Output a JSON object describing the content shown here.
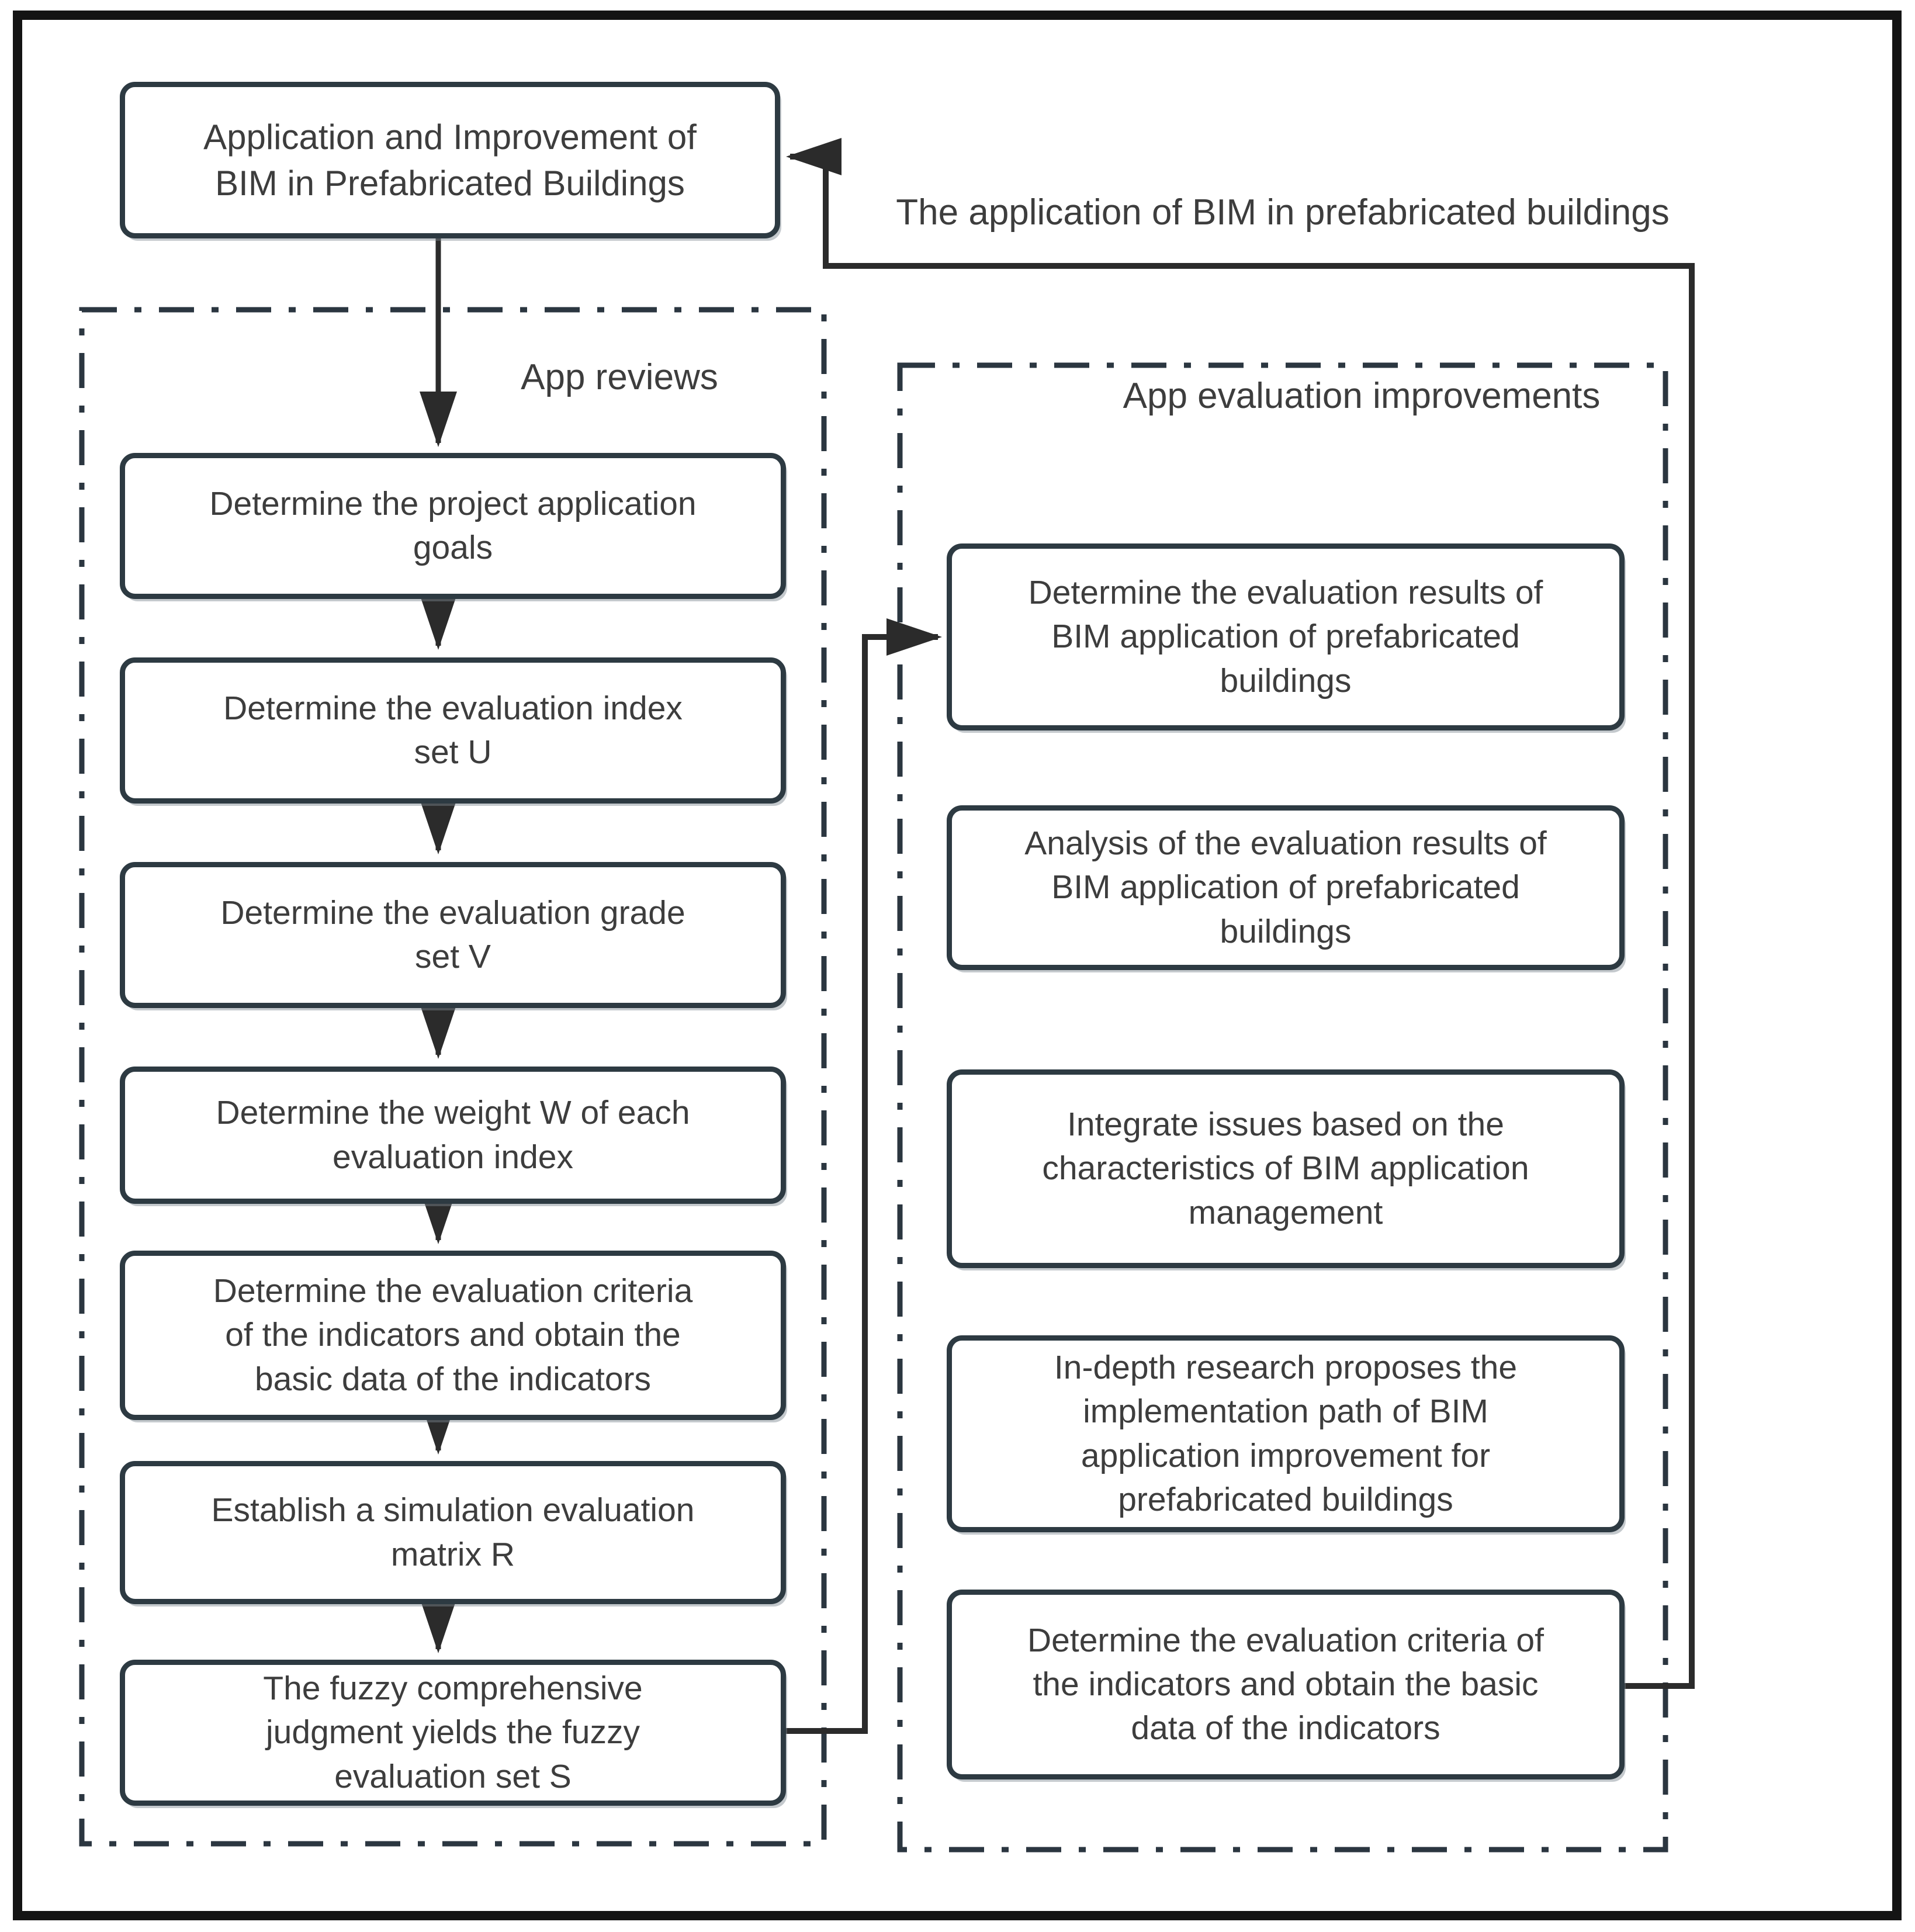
{
  "title_box": "Application and Improvement of\nBIM in Prefabricated Buildings",
  "feedback_label": "The application of BIM in prefabricated buildings",
  "left_group": {
    "label": "App reviews",
    "steps": [
      "Determine the project application\ngoals",
      "Determine the evaluation index\nset U",
      "Determine the evaluation grade\nset V",
      "Determine the weight W of each\nevaluation index",
      "Determine the evaluation criteria\nof the indicators and obtain the\nbasic data of the indicators",
      "Establish a simulation evaluation\nmatrix R",
      "The fuzzy comprehensive\njudgment yields the fuzzy\nevaluation set S"
    ]
  },
  "right_group": {
    "label": "App evaluation improvements",
    "steps": [
      "Determine the evaluation results of\nBIM application of prefabricated\nbuildings",
      "Analysis of the evaluation results of\nBIM application of prefabricated\nbuildings",
      "Integrate issues based on the\ncharacteristics of BIM application\nmanagement",
      "In-depth research proposes the\nimplementation path of BIM\napplication improvement for\nprefabricated buildings",
      "Determine the evaluation criteria of\nthe indicators and obtain the basic\ndata of the indicators"
    ]
  },
  "colors": {
    "outer_border": "#141414",
    "box_border": "#2d3a42",
    "box_fill": "#ffffff",
    "dash_border": "#2b3640",
    "line": "#2b2b2b",
    "text": "#3d3d3d"
  }
}
